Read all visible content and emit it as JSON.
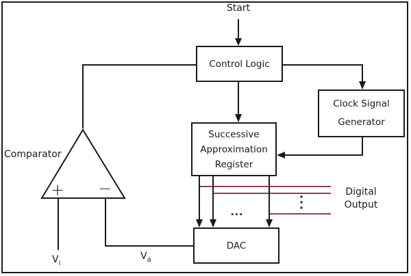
{
  "labels": {
    "start": "Start",
    "comparator": "Comparator",
    "plus": "+",
    "minus": "−",
    "ellipsis": "...",
    "digital_output": {
      "line1": "Digital",
      "line2": "Output"
    },
    "vi": {
      "base": "V",
      "sub": "i"
    },
    "va": {
      "base": "V",
      "sub": "a"
    }
  },
  "blocks": {
    "control_logic": {
      "label": "Control Logic"
    },
    "clock_signal_generator": {
      "line1": "Clock Signal",
      "line2": "Generator"
    },
    "successive_approximation_register": {
      "line1": "Successive",
      "line2": "Approximation",
      "line3": "Register"
    },
    "dac": {
      "label": "DAC"
    }
  },
  "colors": {
    "line": "#1a1a1a",
    "text": "#1a1a1a",
    "background": "#ffffff",
    "digital_output_line": "#8a444e",
    "digital_output_dots": "#552e34"
  }
}
